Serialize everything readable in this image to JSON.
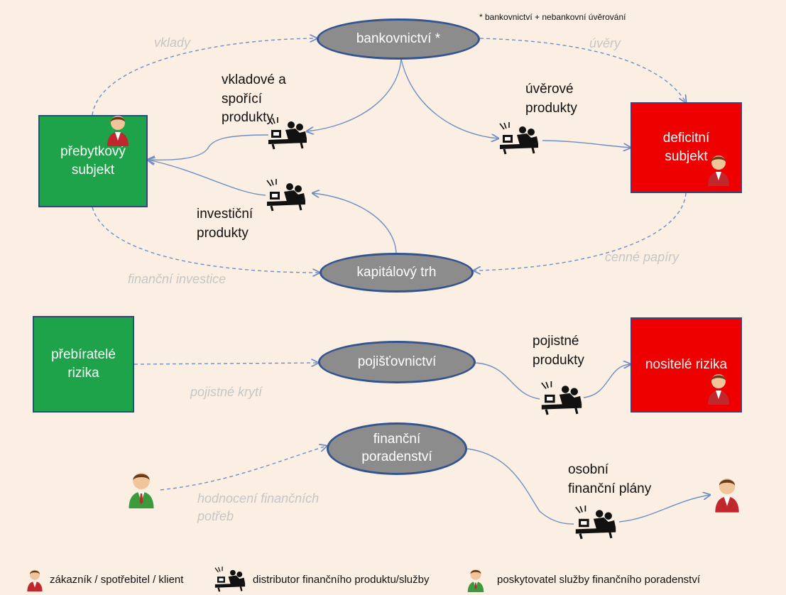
{
  "note": "* bankovnictví + nebankovní úvěrování",
  "nodes": {
    "bank": "bankovnictví *",
    "capital": "kapitálový trh",
    "insurance": "pojišťovnictví",
    "advisory": "finanční\nporadenství",
    "surplus": "přebytkový\nsubjekt",
    "deficit": "deficitní\nsubjekt",
    "risk_takers": "přebíratelé\nrizika",
    "risk_bearers": "nositelé rizika"
  },
  "product_labels": {
    "deposit": "vkladové a\nspořící\nprodukty",
    "loan": "úvěrové\nprodukty",
    "investment": "investiční\nprodukty",
    "insurance": "pojistné\nprodukty",
    "plans": "osobní\nfinanční plány"
  },
  "flow_labels": {
    "deposits": "vklady",
    "loans": "úvěry",
    "securities": "cenné papíry",
    "investments": "finanční investice",
    "coverage": "pojistné krytí",
    "needs": "hodnocení finančních\npotřeb"
  },
  "legend": {
    "customer": "zákazník / spotřebitel / klient",
    "distributor": "distributor finančního produktu/služby",
    "advisor": "poskytovatel služby finančního poradenství"
  },
  "colors": {
    "surplus_box": "#1ea34a",
    "deficit_box": "#ee0000",
    "ellipse": "#8c8c8c",
    "ellipse_border": "#34548f",
    "arrow": "#6f8fc4",
    "flow_text": "#c6c6c6",
    "background": "#fbeee3"
  },
  "icons": [
    "person-red-icon",
    "person-green-icon",
    "distributor-desk-icon"
  ]
}
